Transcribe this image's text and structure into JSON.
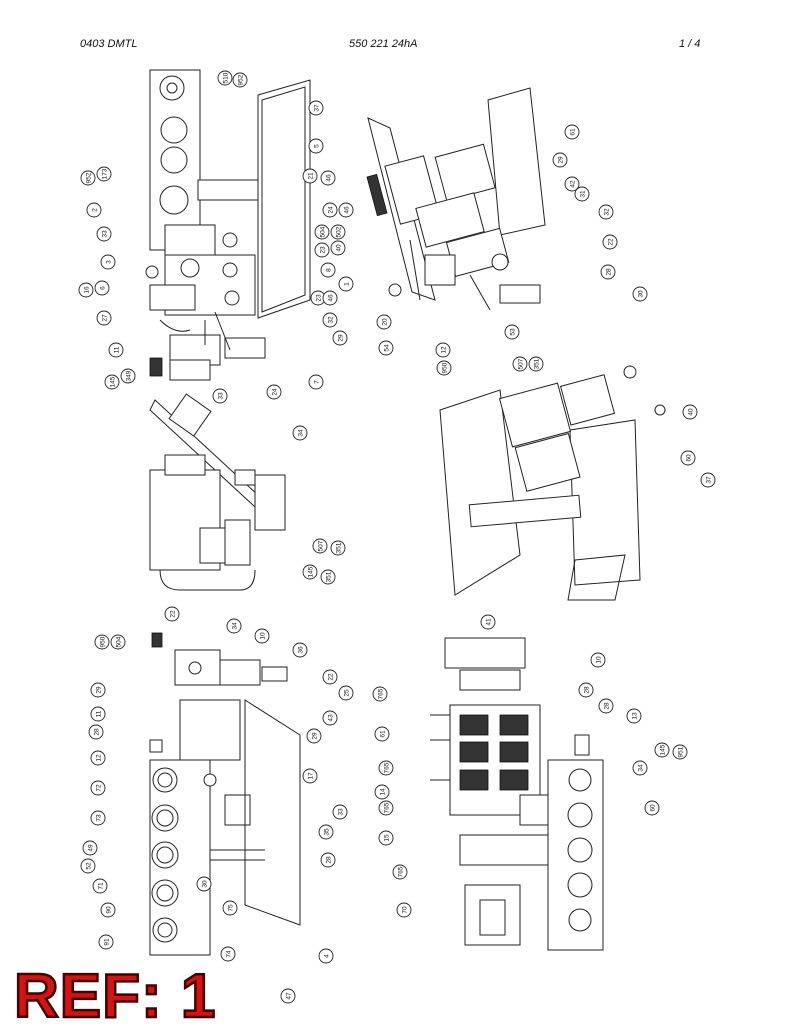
{
  "header": {
    "left": "0403 DMTL",
    "center": "550 221 24hA",
    "right": "1 /   4"
  },
  "ref_label": "REF: 1",
  "views": [
    {
      "id": "view-top-left",
      "callouts": [
        "510",
        "952",
        "37",
        "5",
        "21",
        "46",
        "24",
        "46",
        "504",
        "502",
        "40",
        "23",
        "8",
        "1",
        "23",
        "46",
        "32",
        "29",
        "7",
        "24",
        "33",
        "349",
        "145",
        "11",
        "27",
        "6",
        "16",
        "3",
        "33",
        "2",
        "173",
        "952"
      ]
    },
    {
      "id": "view-top-right",
      "callouts": [
        "61",
        "29",
        "42",
        "31",
        "32",
        "22",
        "28",
        "30",
        "53",
        "12",
        "950",
        "54",
        "20"
      ]
    },
    {
      "id": "view-middle-left",
      "callouts": [
        "34",
        "507",
        "351",
        "351",
        "145"
      ]
    },
    {
      "id": "view-middle-right",
      "callouts": [
        "507",
        "351",
        "40",
        "60",
        "37"
      ]
    },
    {
      "id": "view-bottom-left",
      "callouts": [
        "22",
        "34",
        "10",
        "36",
        "22",
        "25",
        "43",
        "29",
        "17",
        "33",
        "35",
        "28",
        "4",
        "47",
        "74",
        "75",
        "30",
        "91",
        "90",
        "71",
        "52",
        "49",
        "73",
        "72",
        "12",
        "28",
        "11",
        "29",
        "504",
        "950"
      ]
    },
    {
      "id": "view-bottom-right",
      "callouts": [
        "41",
        "10",
        "28",
        "28",
        "13",
        "765",
        "61",
        "765",
        "14",
        "765",
        "15",
        "765",
        "70",
        "145",
        "951",
        "34",
        "60"
      ]
    }
  ]
}
